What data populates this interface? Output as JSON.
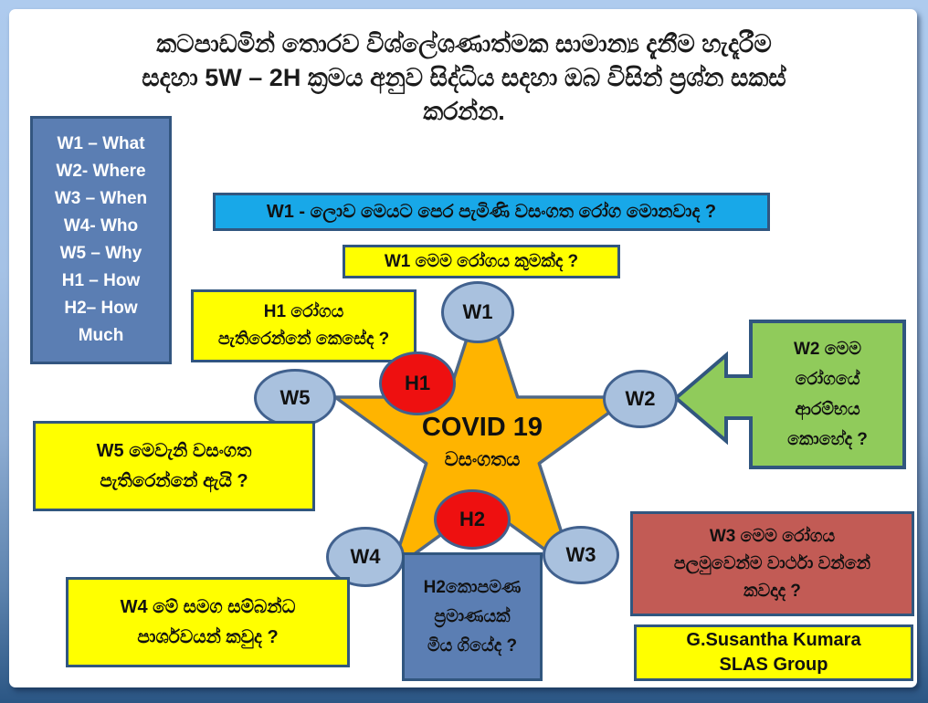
{
  "slide": {
    "title": "කටපාඩමින් තොරව විශ්ලේශණාත්මක සාමාන්‍ය දැනීම හැදෑරීම\nසදහා 5W – 2H ක්‍රමය අනුව සිද්ධිය සදහා ඔබ විසින් ප්‍රශ්න සකස්\nකරන්න."
  },
  "legend": {
    "text": "W1 – What\nW2- Where\nW3 – When\nW4- Who\nW5 – Why\nH1 – How\nH2– How\nMuch"
  },
  "callouts": {
    "w1_history": "W1  - ලොව මෙයට පෙර පැමිණි වසංගත රෝග  මොනවාද ?",
    "w1_what": "W1 මෙම රෝගය කුමක්ද ?",
    "h1_how": "H1 රෝගය\nපැතිරෙන්නේ කෙසේද ?",
    "w5_why": "W5 මෙවැනි වසංගත\nපැතිරෙන්නේ ඇයි ?",
    "w2_where": "W2 මෙම\nරෝගයේ\nආරම්භය\nකොහේද ?",
    "w3_when": "W3 මෙම රෝගය\nපලමුවෙන්ම වාර්ථා වන්නේ\nකවදාද ?",
    "w4_who": "W4 මේ සමග සම්බන්ධ\nපාර්ශවයන් කවුද ?",
    "h2_howmuch": "H2කොපමණ\nප්‍රමාණයක්\nමිය ගියේද ?"
  },
  "star": {
    "title": "COVID 19",
    "subtitle": "වසංගතය"
  },
  "nodes": {
    "w1": "W1",
    "w2": "W2",
    "w3": "W3",
    "w4": "W4",
    "w5": "W5",
    "h1": "H1",
    "h2": "H2"
  },
  "signature": {
    "text": "G.Susantha Kumara\nSLAS Group"
  },
  "colors": {
    "star_orange": "#ffb400",
    "node_blue": "#a9c1de",
    "node_red": "#ee1010",
    "box_yellow": "#ffff00",
    "box_steel_blue": "#5b7eb3",
    "bar_bright_blue": "#18a8e8",
    "box_green": "#90cb5b",
    "box_maroon": "#c25b55",
    "border_dark_blue": "#31567f",
    "frame_blue_top": "#aecbee",
    "frame_blue_bottom": "#2b5684"
  }
}
